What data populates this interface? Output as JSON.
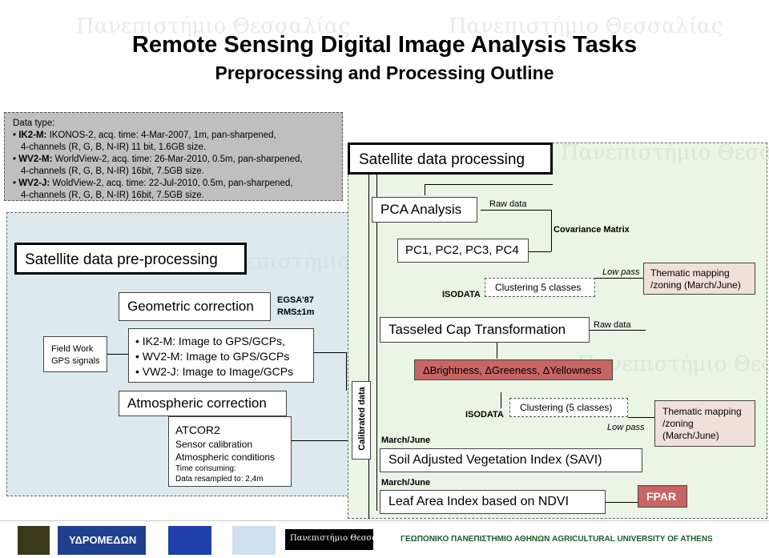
{
  "title": "Remote Sensing Digital Image Analysis Tasks",
  "subtitle": "Preprocessing and Processing Outline",
  "watermark": "Πανεπιστήμιο Θεσσαλίας",
  "datatype": {
    "heading": "Data type:",
    "items": [
      {
        "label": "IK2-M:",
        "text": " IKONOS-2, acq. time: 4-Mar-2007, 1m, pan-sharpened,",
        "cont": "4-channels (R, G, B, N-IR) 11 bit, 1.6GB size."
      },
      {
        "label": "WV2-M:",
        "text": " WorldView-2, acq. time: 26-Mar-2010, 0.5m, pan-sharpened,",
        "cont": "4-channels (R, G, B, N-IR) 16bit, 7.5GB size."
      },
      {
        "label": "WV2-J:",
        "text": " WoldView-2, acq. time: 22-Jul-2010, 0.5m, pan-sharpened,",
        "cont": "4-channels (R, G, B, N-IR) 16bit, 7.5GB size."
      }
    ]
  },
  "preproc": {
    "title": "Satellite data pre-processing",
    "geometric": "Geometric correction",
    "egsa": "EGSA’87",
    "rms": "RMS±1m",
    "fieldwork1": "Field Work",
    "fieldwork2": "GPS signals",
    "gcp": [
      "IK2-M: Image to GPS/GCPs,",
      "WV2-M: Image to GPS/GCPs",
      "VW2-J: Image to Image/GCPs"
    ],
    "atmospheric": "Atmospheric correction",
    "atcor": "ATCOR2",
    "atcor_lines": [
      "Sensor calibration",
      "Atmospheric conditions"
    ],
    "atcor_small": [
      "Time consuming:",
      "Data resampled to: 2,4m"
    ]
  },
  "proc": {
    "title": "Satellite data processing",
    "pca": "PCA Analysis",
    "raw1": "Raw data",
    "cov": "Covariance Matrix",
    "pcs": "PC1, PC2, PC3, PC4",
    "isodata1": "ISODATA",
    "cluster1": "Clustering 5 classes",
    "lowpass1": "Low pass",
    "thematic1": "Thematic mapping /zoning (March/June)",
    "tasseled": "Tasseled Cap Transformation",
    "raw2": "Raw data",
    "tc_bands": "ΔBrightness, ΔGreeness, ΔYellowness",
    "calibrated": "Calibrated data",
    "isodata2": "ISODATA",
    "cluster2": "Clustering (5 classes)",
    "lowpass2": "Low pass",
    "thematic2": "Thematic mapping /zoning (March/June)",
    "marchjune1": "March/June",
    "savi": "Soil Adjusted Vegetation Index (SAVI)",
    "marchjune2": "March/June",
    "lai": "Leaf Area Index based on NDVI",
    "fpar": "FPAR"
  },
  "footer": {
    "left_label": "ΥΔΡΟΜΕΔΩΝ",
    "uni": "Πανεπιστήμιο Θεσσαλίας",
    "agri": "ΓΕΩΠΟΝΙΚΟ ΠΑΝΕΠΙΣΤΗΜΙΟ ΑΘΗΝΩΝ AGRICULTURAL UNIVERSITY OF ATHENS"
  }
}
